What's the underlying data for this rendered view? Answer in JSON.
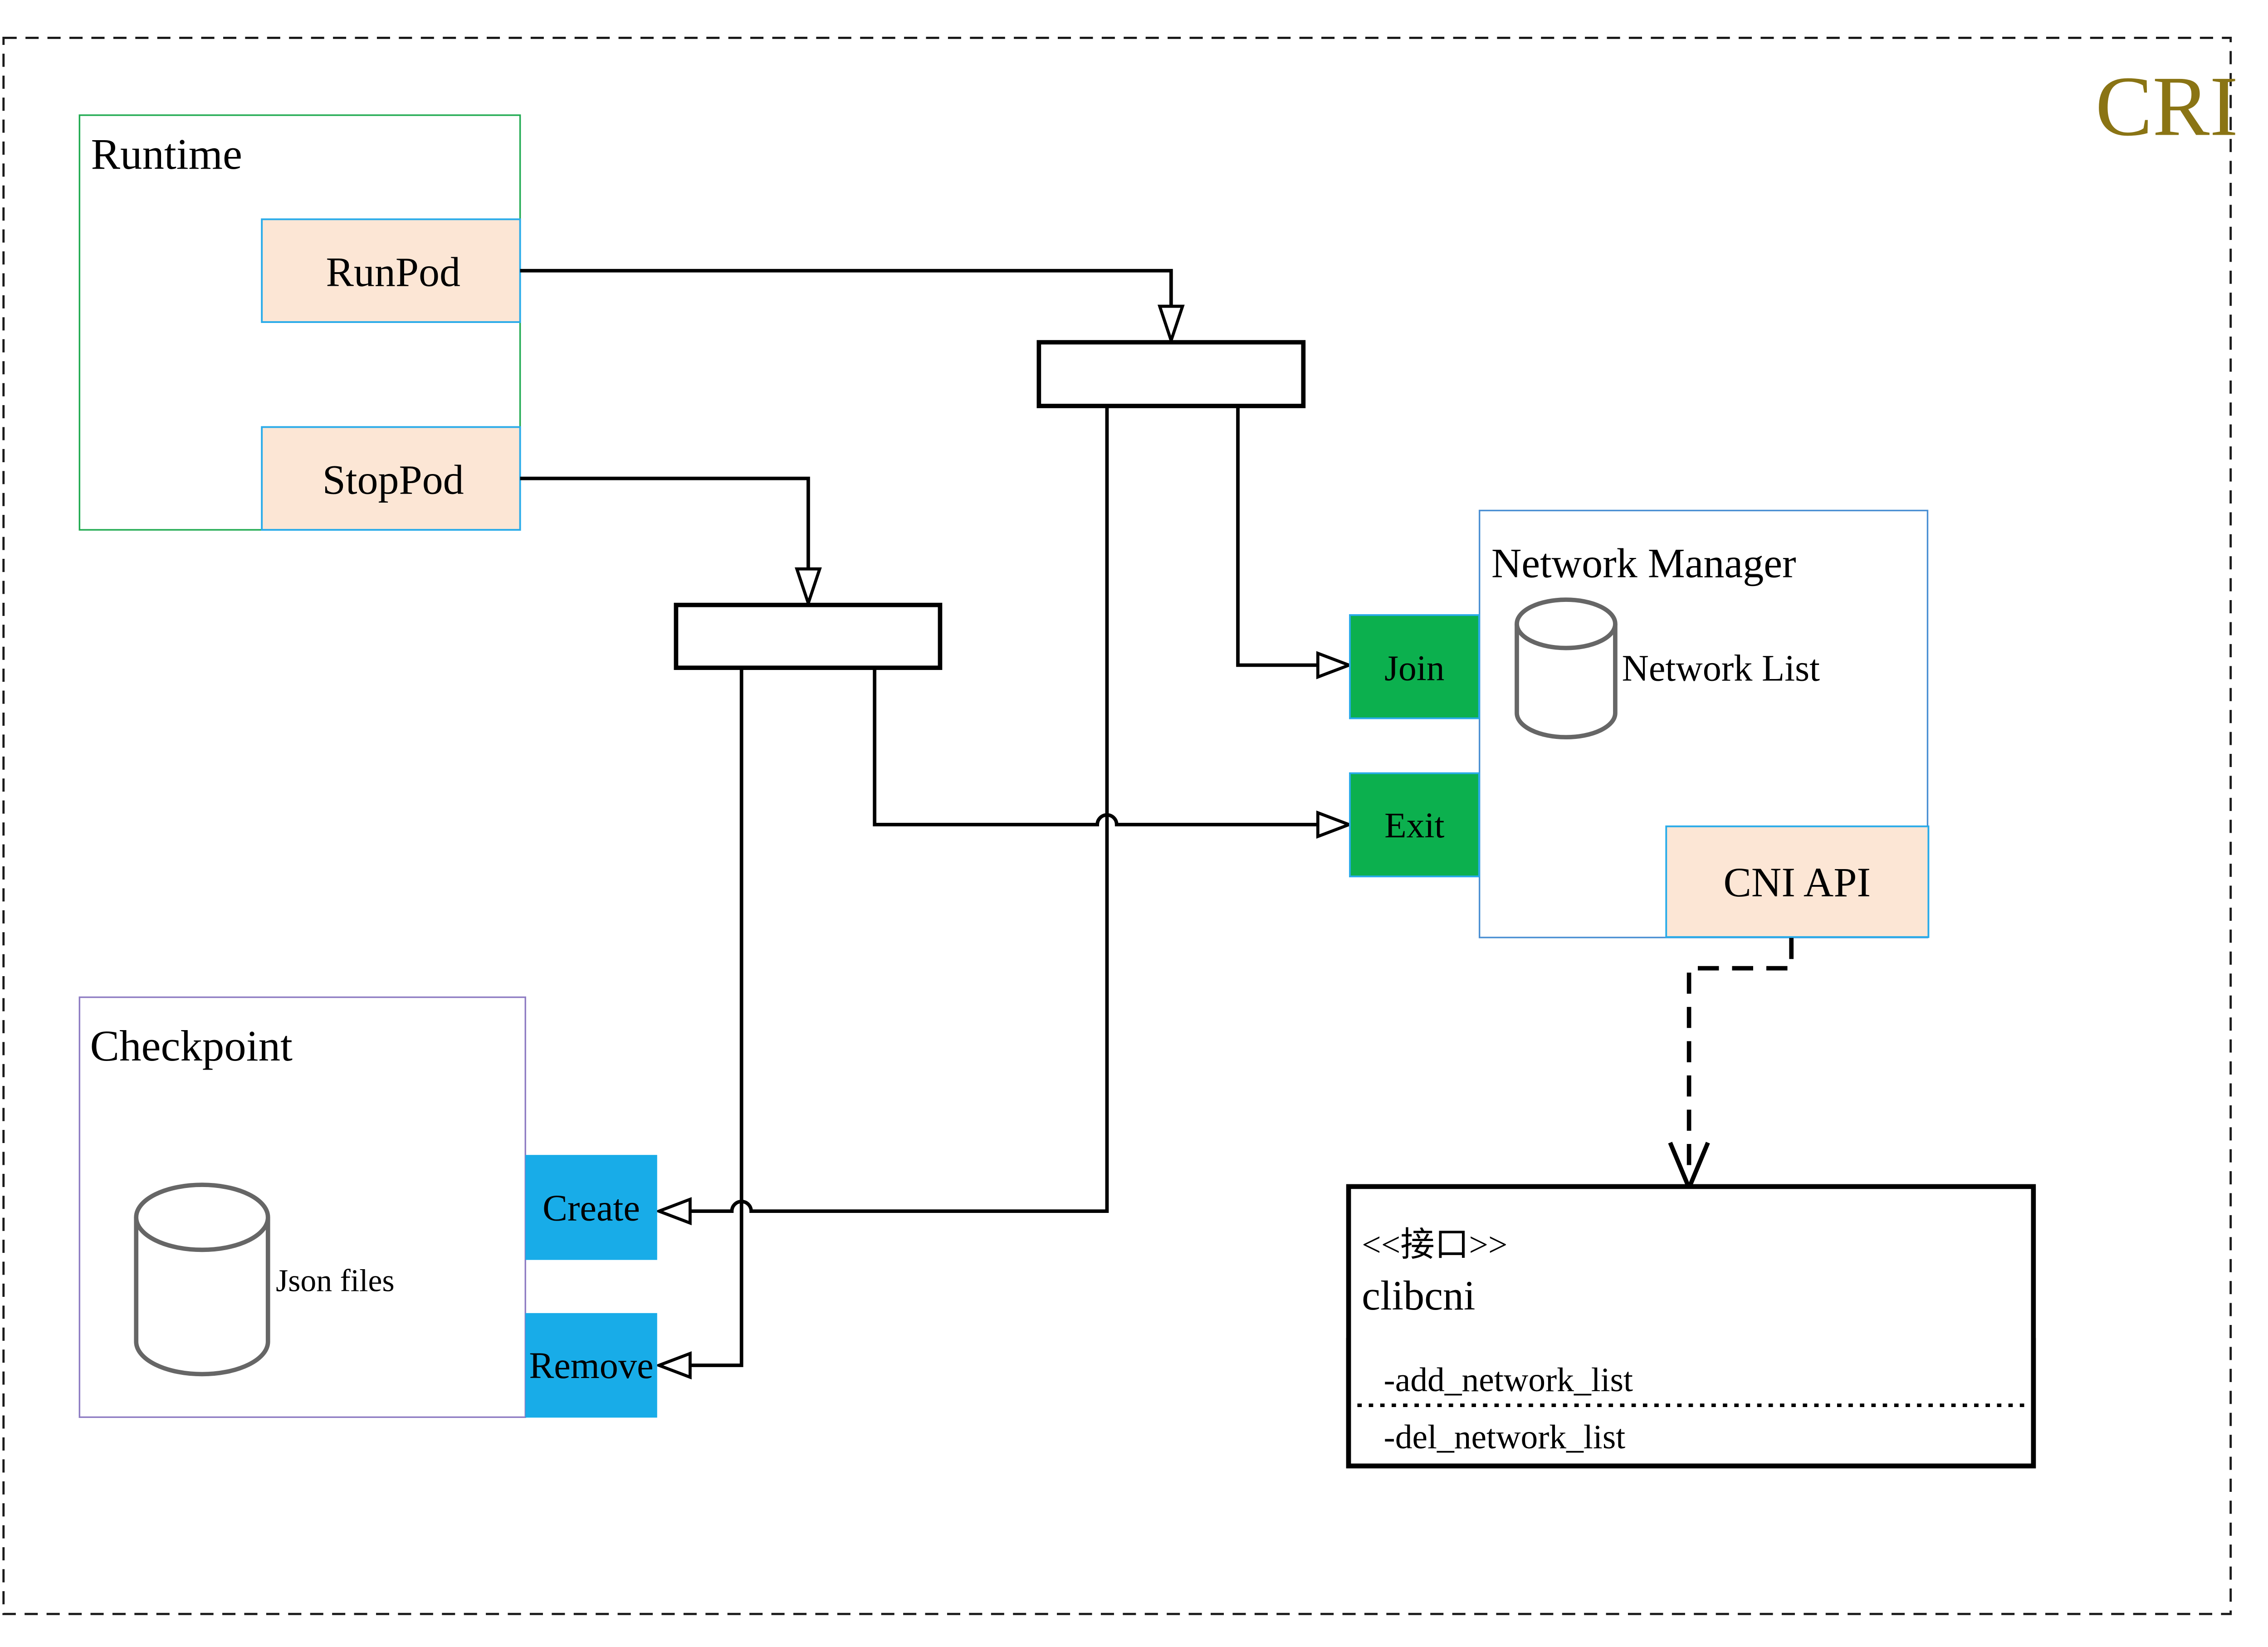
{
  "diagram_title": "CRI",
  "colors": {
    "title_text": "#8A7414",
    "runtime_border": "#1FAA50",
    "checkpoint_border": "#8E7CC3",
    "network_manager_border": "#4A8FD3",
    "method_box_fill": "#FCE6D5",
    "method_box_border": "#29ABE9",
    "green_action_fill": "#0CB04E",
    "blue_action_fill": "#18ACE8",
    "cylinder_stroke": "#666666",
    "interface_section_fill": "#EDEDED",
    "connector": "#000000"
  },
  "runtime": {
    "title": "Runtime",
    "run_pod": "RunPod",
    "stop_pod": "StopPod"
  },
  "checkpoint": {
    "title": "Checkpoint",
    "store_label": "Json files",
    "create": "Create",
    "remove": "Remove"
  },
  "network_manager": {
    "title": "Network Manager",
    "store_label": "Network List",
    "join": "Join",
    "exit": "Exit",
    "cni_api": "CNI API"
  },
  "clibcni": {
    "stereotype": "<<接口>>",
    "name": "clibcni",
    "methods": [
      "-add_network_list",
      "-del_network_list"
    ]
  }
}
